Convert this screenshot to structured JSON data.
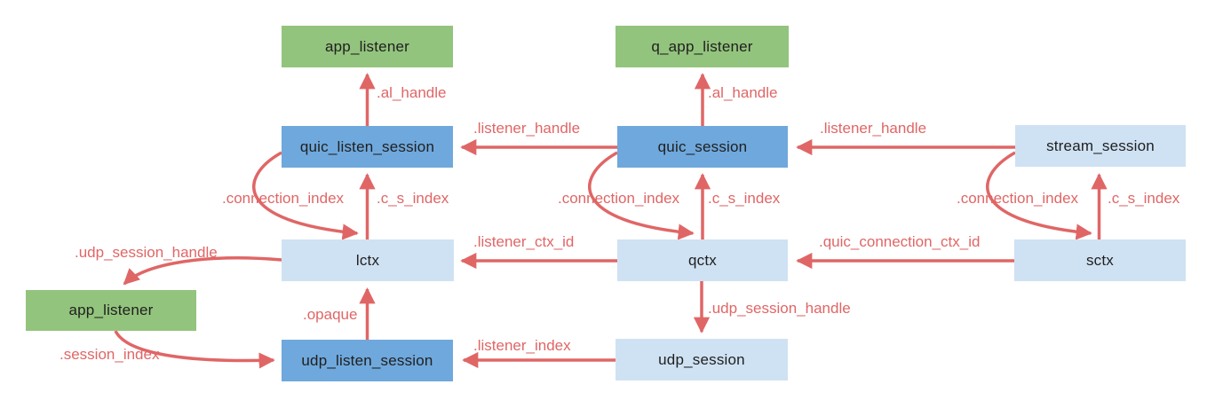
{
  "diagram": {
    "title": "quic session structures relationship diagram",
    "colors": {
      "green": "#93c47d",
      "blue": "#6fa8dc",
      "lightblue": "#cfe2f3",
      "arrow": "#e06666",
      "node_text": "#1f1f1f",
      "background": "#ffffff"
    },
    "nodes": {
      "app_listener_top": {
        "label": "app_listener"
      },
      "q_app_listener": {
        "label": "q_app_listener"
      },
      "quic_listen_session": {
        "label": "quic_listen_session"
      },
      "quic_session": {
        "label": "quic_session"
      },
      "stream_session": {
        "label": "stream_session"
      },
      "lctx": {
        "label": "lctx"
      },
      "qctx": {
        "label": "qctx"
      },
      "sctx": {
        "label": "sctx"
      },
      "app_listener_left": {
        "label": "app_listener"
      },
      "udp_listen_session": {
        "label": "udp_listen_session"
      },
      "udp_session": {
        "label": "udp_session"
      }
    },
    "edge_labels": {
      "al_handle_1": ".al_handle",
      "al_handle_2": ".al_handle",
      "listener_handle_1": ".listener_handle",
      "listener_handle_2": ".listener_handle",
      "connection_index_1": ".connection_index",
      "connection_index_2": ".connection_index",
      "connection_index_3": ".connection_index",
      "c_s_index_1": ".c_s_index",
      "c_s_index_2": ".c_s_index",
      "c_s_index_3": ".c_s_index",
      "udp_session_handle_1": ".udp_session_handle",
      "listener_ctx_id": ".listener_ctx_id",
      "quic_connection_ctx_id": ".quic_connection_ctx_id",
      "opaque": ".opaque",
      "udp_session_handle_2": ".udp_session_handle",
      "session_index": ".session_index",
      "listener_index": ".listener_index"
    }
  }
}
